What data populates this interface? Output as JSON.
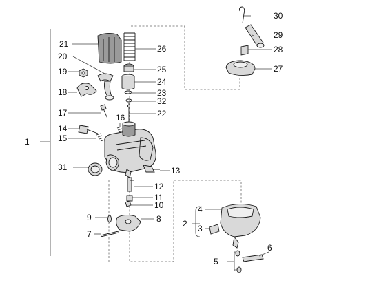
{
  "callouts": {
    "n1": "1",
    "n2": "2",
    "n3": "3",
    "n4": "4",
    "n5": "5",
    "n6": "6",
    "n7": "7",
    "n8": "8",
    "n9": "9",
    "n10": "10",
    "n11": "11",
    "n12": "12",
    "n13": "13",
    "n14": "14",
    "n15": "15",
    "n16": "16",
    "n17": "17",
    "n18": "18",
    "n19": "19",
    "n20": "20",
    "n21": "21",
    "n22": "22",
    "n23": "23",
    "n24": "24",
    "n25": "25",
    "n26": "26",
    "n27": "27",
    "n28": "28",
    "n29": "29",
    "n30": "30",
    "n31": "31",
    "n32": "32"
  },
  "colors": {
    "line": "#1a1a1a",
    "part_fill": "#d9d9d9",
    "dash": "#666666"
  }
}
